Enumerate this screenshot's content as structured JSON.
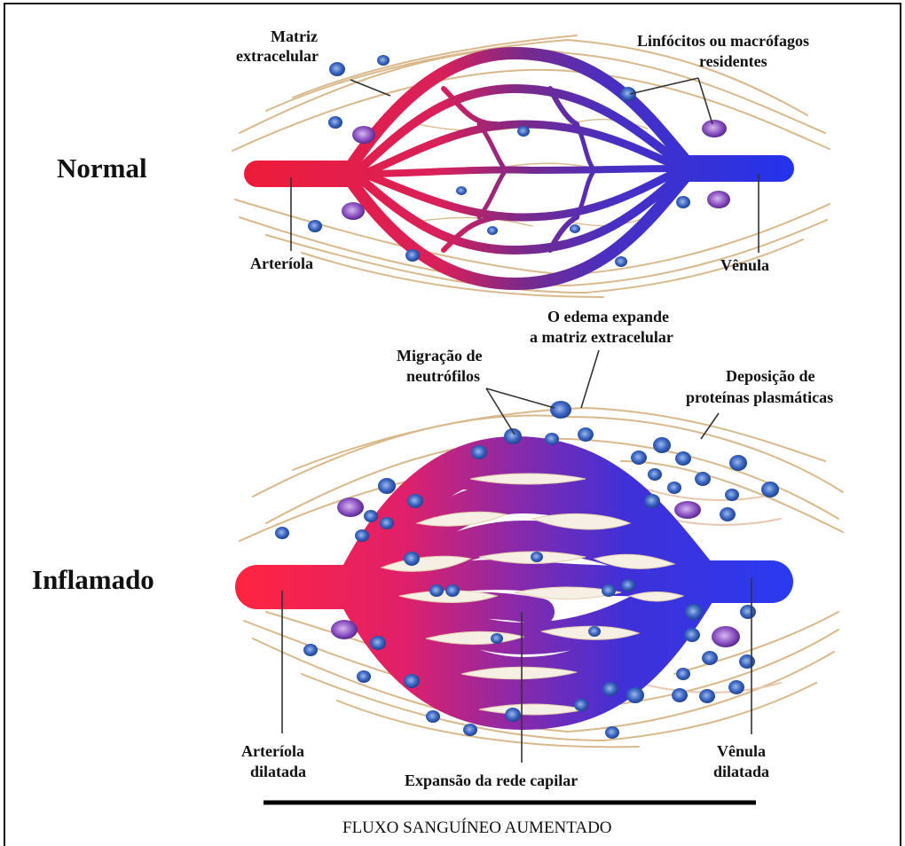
{
  "panels": {
    "normal": {
      "title": "Normal",
      "labels": {
        "matriz_line1": "Matriz",
        "matriz_line2": "extracelular",
        "linfocitos_line1": "Linfócitos ou macrófagos",
        "linfocitos_line2": "residentes",
        "arteriola": "Arteríola",
        "venula": "Vênula"
      }
    },
    "inflamado": {
      "title": "Inflamado",
      "labels": {
        "edema_line1": "O edema expande",
        "edema_line2": "a matriz extracelular",
        "migracao_line1": "Migração de",
        "migracao_line2": "neutrófilos",
        "deposicao_line1": "Deposição de",
        "deposicao_line2": "proteínas plasmáticas",
        "arteriola_line1": "Arteríola",
        "arteriola_line2": "dilatada",
        "venula_line1": "Vênula",
        "venula_line2": "dilatada",
        "expansao": "Expansão da rede capilar"
      }
    }
  },
  "footer": {
    "text": "FLUXO SANGUÍNEO AUMENTADO"
  },
  "colors": {
    "arterial": "#ee1c3a",
    "venous": "#2233ee",
    "matrix_fiber": "#d9b98c",
    "cell_nucleus": "#1a3a80",
    "cell_body": "#3b66c4",
    "macrophage": "#7a3fb0"
  }
}
